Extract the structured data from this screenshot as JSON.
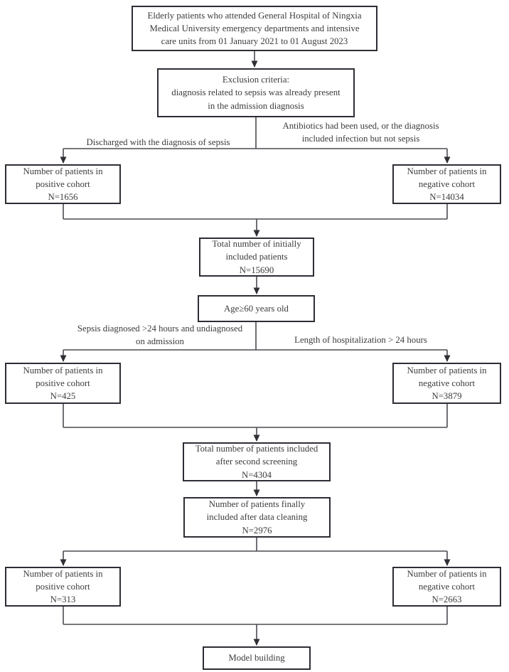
{
  "colors": {
    "box_border": "#2d2d35",
    "connector": "#4b4b52",
    "text": "#3c3c3c",
    "background": "#ffffff"
  },
  "flowchart": {
    "nodes": {
      "source": {
        "lines": [
          "Elderly patients who attended General Hospital of Ningxia",
          "Medical University emergency departments and intensive",
          "care units from 01 January 2021 to 01 August 2023"
        ]
      },
      "exclusion": {
        "lines": [
          "Exclusion criteria:",
          "diagnosis related to sepsis was already present",
          "in the admission diagnosis"
        ]
      },
      "positive1": {
        "lines": [
          "Number of patients in",
          "positive cohort",
          "N=1656"
        ]
      },
      "negative1": {
        "lines": [
          "Number of patients in",
          "negative cohort",
          "N=14034"
        ]
      },
      "total_initial": {
        "lines": [
          "Total number of initially",
          "included patients",
          "N=15690"
        ]
      },
      "age": {
        "lines": [
          "Age≥60 years old"
        ]
      },
      "positive2": {
        "lines": [
          "Number of patients in",
          "positive cohort",
          "N=425"
        ]
      },
      "negative2": {
        "lines": [
          "Number of patients in",
          "negative cohort",
          "N=3879"
        ]
      },
      "total_second": {
        "lines": [
          "Total number of patients included",
          "after second screening",
          "N=4304"
        ]
      },
      "final_included": {
        "lines": [
          "Number of patients finally",
          "included after data cleaning",
          "N=2976"
        ]
      },
      "positive3": {
        "lines": [
          "Number of patients in",
          "positive cohort",
          "N=313"
        ]
      },
      "negative3": {
        "lines": [
          "Number of patients in",
          "negative cohort",
          "N=2663"
        ]
      },
      "model": {
        "lines": [
          "Model building"
        ]
      }
    },
    "edge_labels": {
      "discharged": {
        "lines": [
          "Discharged with the diagnosis of sepsis"
        ]
      },
      "antibiotics": {
        "lines": [
          "Antibiotics had been used, or the diagnosis",
          "included infection but not sepsis"
        ]
      },
      "sepsis_diagnosed": {
        "lines": [
          "Sepsis diagnosed >24 hours and undiagnosed",
          "on admission"
        ]
      },
      "length_of_stay": {
        "lines": [
          "Length of hospitalization > 24 hours"
        ]
      }
    }
  }
}
